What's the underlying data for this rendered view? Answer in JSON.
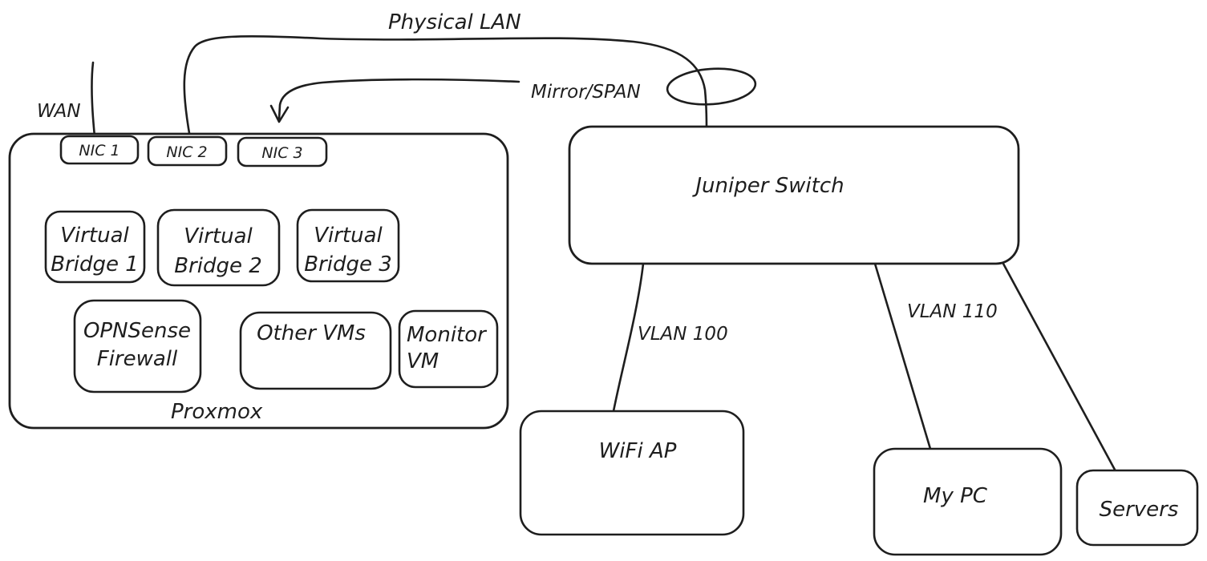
{
  "colors": {
    "stroke": "#1e1e1e",
    "background": "#ffffff"
  },
  "labels": {
    "wan": "WAN",
    "physical_lan": "Physical LAN",
    "mirror_span": "Mirror/SPAN",
    "vlan_100": "VLAN 100",
    "vlan_110": "VLAN 110",
    "proxmox": "Proxmox"
  },
  "nodes": {
    "nic1": {
      "label": "NIC 1"
    },
    "nic2": {
      "label": "NIC 2"
    },
    "nic3": {
      "label": "NIC 3"
    },
    "bridge1": {
      "line1": "Virtual",
      "line2": "Bridge 1"
    },
    "bridge2": {
      "line1": "Virtual",
      "line2": "Bridge 2"
    },
    "bridge3": {
      "line1": "Virtual",
      "line2": "Bridge 3"
    },
    "opnsense": {
      "line1": "OPNSense",
      "line2": "Firewall"
    },
    "other_vms": {
      "label": "Other VMs"
    },
    "monitor_vm": {
      "line1": "Monitor",
      "line2": "VM"
    },
    "juniper_switch": {
      "label": "Juniper Switch"
    },
    "wifi_ap": {
      "label": "WiFi AP"
    },
    "my_pc": {
      "label": "My PC"
    },
    "servers": {
      "label": "Servers"
    }
  }
}
